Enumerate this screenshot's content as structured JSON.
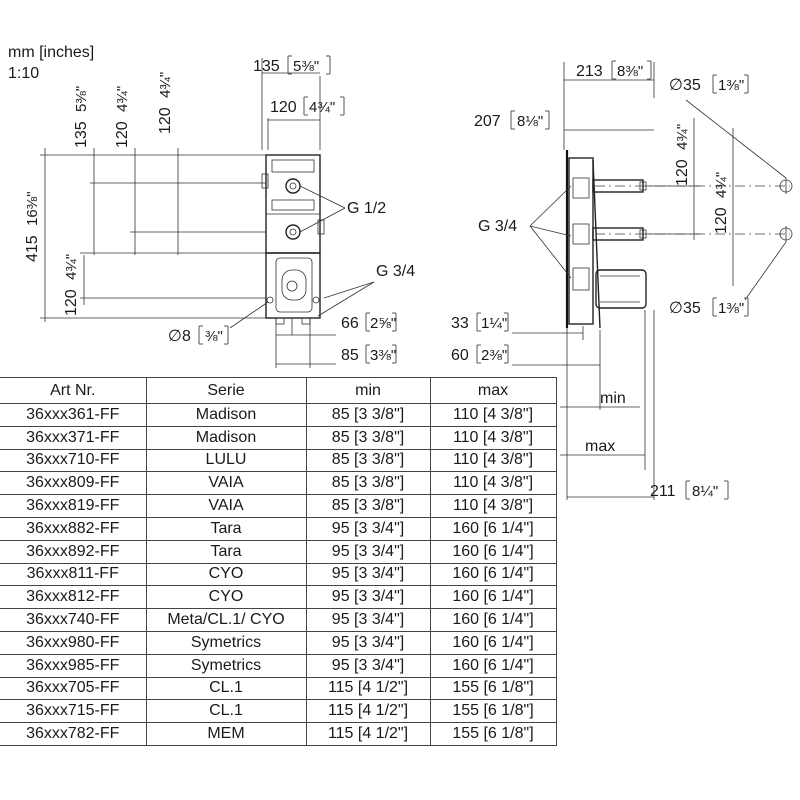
{
  "header": {
    "units": "mm [inches]",
    "scale": "1:10"
  },
  "front_view": {
    "dim_135_top": "135",
    "dim_135_top_in": "5⅜\"",
    "dim_120_top": "120",
    "dim_120_top_in": "4¾\"",
    "vdim_135": "135",
    "vdim_135_in": "5⅜\"",
    "vdim_120a": "120",
    "vdim_120a_in": "4¾\"",
    "vdim_120b": "120",
    "vdim_120b_in": "4¾\"",
    "vdim_415": "415",
    "vdim_415_in": "16⅜\"",
    "vdim_120c": "120",
    "vdim_120c_in": "4¾\"",
    "thread_upper": "G 1/2",
    "thread_lower": "G 3/4",
    "diameter": "∅8",
    "diameter_in": "⅜\"",
    "dim_66": "66",
    "dim_66_in": "2⅝\"",
    "dim_85": "85",
    "dim_85_in": "3⅜\""
  },
  "side_view": {
    "dim_213": "213",
    "dim_213_in": "8⅜\"",
    "dim_207": "207",
    "dim_207_in": "8⅛\"",
    "dia_top": "∅35",
    "dia_top_in": "1⅜\"",
    "vdim_120a": "120",
    "vdim_120a_in": "4¾\"",
    "vdim_120b": "120",
    "vdim_120b_in": "4¾\"",
    "thread": "G 3/4",
    "dia_bottom": "∅35",
    "dia_bottom_in": "1⅜\"",
    "dim_33": "33",
    "dim_33_in": "1¼\"",
    "dim_60": "60",
    "dim_60_in": "2⅜\"",
    "label_min": "min",
    "label_max": "max",
    "dim_211": "211",
    "dim_211_in": "8¼\""
  },
  "table": {
    "headers": [
      "Art Nr.",
      "Serie",
      "min",
      "max"
    ],
    "rows": [
      [
        "36xxx361-FF",
        "Madison",
        "85 [3 3/8\"]",
        "110 [4 3/8\"]"
      ],
      [
        "36xxx371-FF",
        "Madison",
        "85 [3 3/8\"]",
        "110 [4 3/8\"]"
      ],
      [
        "36xxx710-FF",
        "LULU",
        "85 [3 3/8\"]",
        "110 [4 3/8\"]"
      ],
      [
        "36xxx809-FF",
        "VAIA",
        "85 [3 3/8\"]",
        "110 [4 3/8\"]"
      ],
      [
        "36xxx819-FF",
        "VAIA",
        "85 [3 3/8\"]",
        "110 [4 3/8\"]"
      ],
      [
        "36xxx882-FF",
        "Tara",
        "95 [3 3/4\"]",
        "160 [6 1/4\"]"
      ],
      [
        "36xxx892-FF",
        "Tara",
        "95 [3 3/4\"]",
        "160 [6 1/4\"]"
      ],
      [
        "36xxx811-FF",
        "CYO",
        "95 [3 3/4\"]",
        "160 [6 1/4\"]"
      ],
      [
        "36xxx812-FF",
        "CYO",
        "95 [3 3/4\"]",
        "160 [6 1/4\"]"
      ],
      [
        "36xxx740-FF",
        "Meta/CL.1/ CYO",
        "95 [3 3/4\"]",
        "160 [6 1/4\"]"
      ],
      [
        "36xxx980-FF",
        "Symetrics",
        "95 [3 3/4\"]",
        "160 [6 1/4\"]"
      ],
      [
        "36xxx985-FF",
        "Symetrics",
        "95 [3 3/4\"]",
        "160 [6 1/4\"]"
      ],
      [
        "36xxx705-FF",
        "CL.1",
        "115 [4 1/2\"]",
        "155 [6 1/8\"]"
      ],
      [
        "36xxx715-FF",
        "CL.1",
        "115 [4 1/2\"]",
        "155 [6 1/8\"]"
      ],
      [
        "36xxx782-FF",
        "MEM",
        "115 [4 1/2\"]",
        "155 [6 1/8\"]"
      ]
    ]
  }
}
